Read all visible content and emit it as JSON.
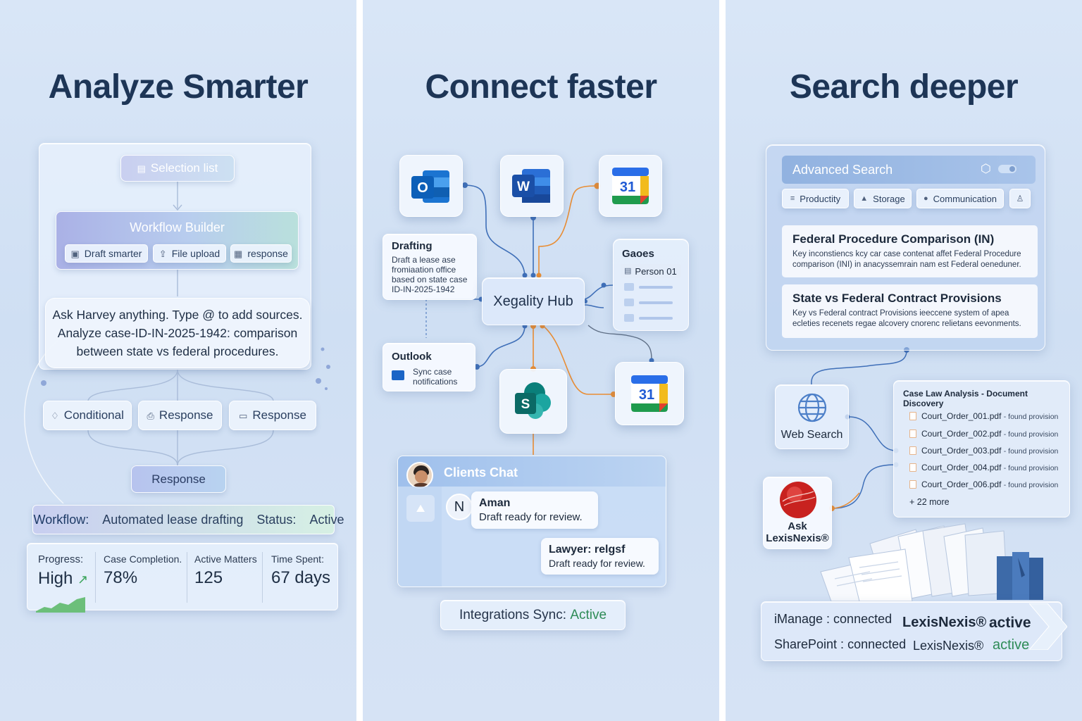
{
  "panel1": {
    "title": "Analyze Smarter",
    "selection_list": "Selection list",
    "workflow_builder": {
      "title": "Workflow Builder",
      "chips": [
        "Draft smarter",
        "File upload",
        "response"
      ]
    },
    "prompt": {
      "line1": "Ask Harvey anything. Type @ to add sources.",
      "line2": "Analyze case-ID-IN-2025-1942: comparison",
      "line3": "between state vs federal procedures."
    },
    "branches": [
      "Conditional",
      "Response",
      "Response"
    ],
    "final_node": "Response",
    "workflow_status": {
      "label": "Workflow:",
      "text": "Automated lease drafting",
      "status_label": "Status:",
      "status": "Active"
    },
    "stats": [
      {
        "label": "Progress:",
        "value": "High"
      },
      {
        "label": "Case Completion.",
        "value": "78%"
      },
      {
        "label": "Active Matters",
        "value": "125"
      },
      {
        "label": "Time Spent:",
        "value": "67 days"
      }
    ]
  },
  "panel2": {
    "title": "Connect faster",
    "apps": {
      "outlook_letter": "O",
      "word_letter": "W",
      "calendar_day": "31",
      "sharepoint_letter": "S"
    },
    "hub": "Xegality Hub",
    "drafting": {
      "title": "Drafting",
      "lines": [
        "Draft a lease ase",
        "fromiaation office",
        "based on state case",
        "ID-IN-2025-1942"
      ]
    },
    "gaoes": {
      "title": "Gaoes",
      "item": "Person 01"
    },
    "outlook": {
      "title": "Outlook",
      "lines": [
        "Sync case",
        "notifications"
      ]
    },
    "chat": {
      "title": "Clients Chat",
      "msg1": {
        "initial": "N",
        "name": "Aman",
        "text": "Draft ready for review."
      },
      "msg2": {
        "name": "Lawyer: relgsf",
        "text": "Draft ready for review."
      }
    },
    "sync": {
      "label": "Integrations Sync:",
      "status": "Active"
    }
  },
  "panel3": {
    "title": "Search deeper",
    "search": {
      "title": "Advanced Search",
      "filters": [
        "Productity",
        "Storage",
        "Communication"
      ],
      "results": [
        {
          "title": "Federal Procedure Comparison (IN)",
          "line1": "Key inconstiencs kcy car case contenat affet Federal Procedure",
          "line2": "comparison (INI) in anacyssemrain nam est Federal oeneduner."
        },
        {
          "title": "State vs Federal Contract Provisions",
          "line1": "Key vs Federal contract Provisions ieeccene system of apea",
          "line2": "ecleties recenets regae alcovery cnorenc relietans eevonments."
        }
      ]
    },
    "web_search": "Web Search",
    "ask": {
      "line1": "Ask",
      "line2": "LexisNexis®"
    },
    "case_law": {
      "title": "Case Law Analysis - Document Discovery",
      "files": [
        "Court_Order_001.pdf",
        "Court_Order_002.pdf",
        "Court_Order_003.pdf",
        "Court_Order_004.pdf",
        "Court_Order_006.pdf"
      ],
      "found": "- found provision",
      "more": "+ 22 more"
    },
    "connections": {
      "imanage": "iManage : connected",
      "sharepoint": "SharePoint : connected",
      "lexis1": "LexisNexis®",
      "active1": "active",
      "lexis2": "LexisNexis®",
      "active2": "active"
    }
  },
  "colors": {
    "accent_blue": "#3f6fb8",
    "accent_orange": "#e98d33",
    "status_green": "#2e8b57",
    "title_navy": "#1d3556"
  }
}
